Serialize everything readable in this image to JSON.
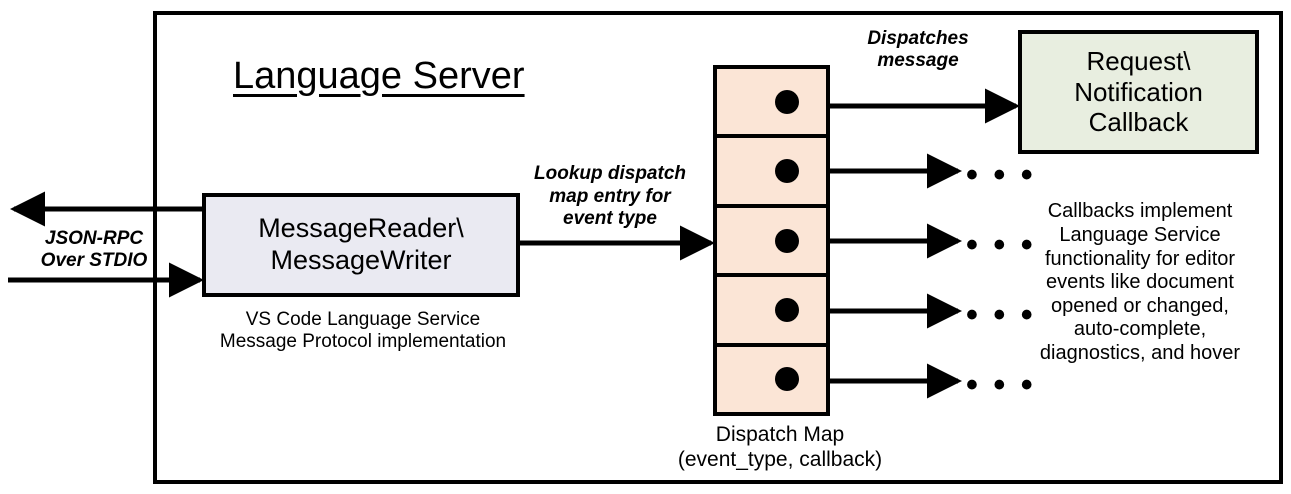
{
  "diagram": {
    "title": "Language Server",
    "container_label": "Language Server"
  },
  "reader": {
    "line1": "MessageReader\\",
    "line2": "MessageWriter",
    "caption_line1": "VS Code Language Service",
    "caption_line2": "Message Protocol implementation",
    "fill_color": "#eaeaf2"
  },
  "transport": {
    "label_line1": "JSON-RPC",
    "label_line2": "Over STDIO",
    "outbound_arrow": "arrow-left-json-rpc-out",
    "inbound_arrow": "arrow-right-json-rpc-in"
  },
  "lookup": {
    "label_line1": "Lookup dispatch",
    "label_line2": "map entry for",
    "label_line3": "event type"
  },
  "dispatch_map": {
    "caption_line1": "Dispatch Map",
    "caption_line2": "(event_type, callback)",
    "fill_color": "#fbe5d6",
    "rows": [
      {
        "id": "row-1",
        "dot": "dispatch-entry-dot"
      },
      {
        "id": "row-2",
        "dot": "dispatch-entry-dot"
      },
      {
        "id": "row-3",
        "dot": "dispatch-entry-dot"
      },
      {
        "id": "row-4",
        "dot": "dispatch-entry-dot"
      },
      {
        "id": "row-5",
        "dot": "dispatch-entry-dot"
      }
    ]
  },
  "dispatches": {
    "label_line1": "Dispatches",
    "label_line2": "message"
  },
  "callback": {
    "line1": "Request\\",
    "line2": "Notification",
    "line3": "Callback",
    "fill_color": "#e8eee0",
    "caption_line1": "Callbacks implement",
    "caption_line2": "Language Service",
    "caption_line3": "functionality for editor",
    "caption_line4": "events like document",
    "caption_line5": "opened or changed,",
    "caption_line6": "auto-complete,",
    "caption_line7": "diagnostics, and hover"
  },
  "ellipses": {
    "glyph": "• • •",
    "items": [
      {
        "id": "ellipsis-2"
      },
      {
        "id": "ellipsis-3"
      },
      {
        "id": "ellipsis-4"
      },
      {
        "id": "ellipsis-5"
      }
    ]
  },
  "colors": {
    "stroke": "#000000",
    "background": "#ffffff"
  }
}
